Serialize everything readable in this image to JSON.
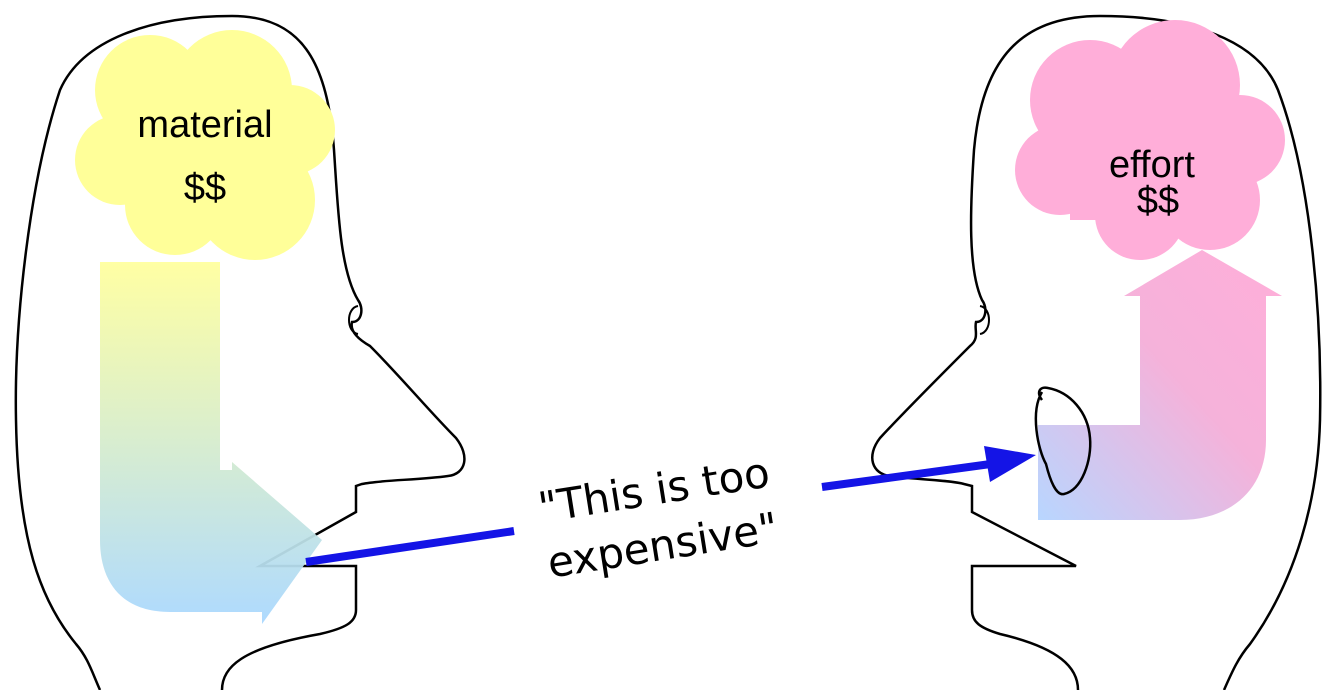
{
  "left_head": {
    "thought_line1": "material",
    "thought_line2": "$$",
    "thought_color": "#ffff99"
  },
  "right_head": {
    "thought_line1": "effort",
    "thought_line2": "$$",
    "thought_color": "#ffaed9"
  },
  "speech": {
    "line1": "\"This is too",
    "line2": "expensive\"",
    "arrow_color": "#1414e6"
  }
}
